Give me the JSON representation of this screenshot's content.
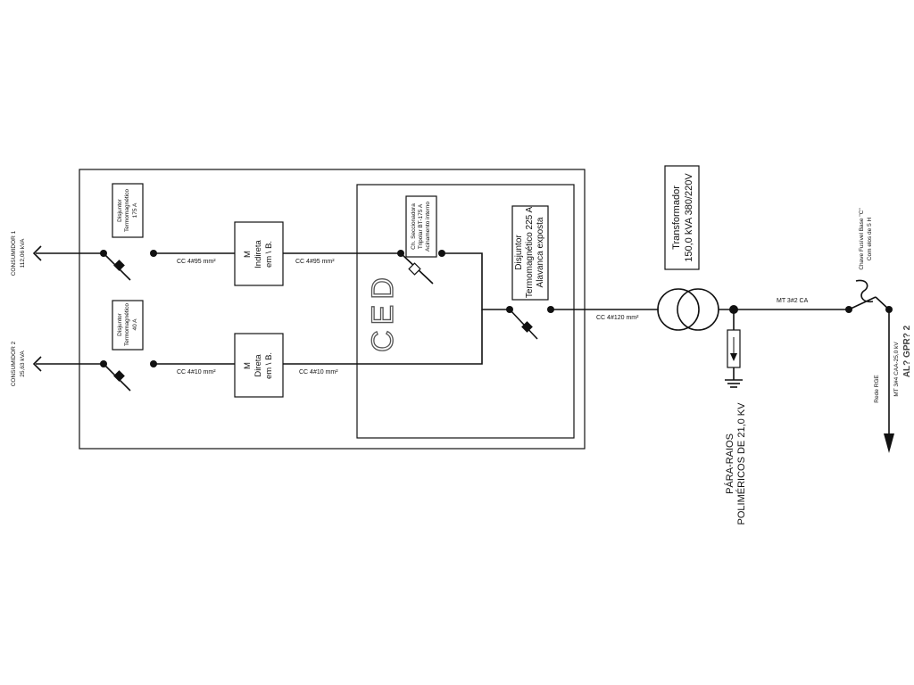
{
  "consumers": {
    "c1": {
      "name": "CONSUMIDOR 1",
      "load": "112,06 kVA"
    },
    "c2": {
      "name": "CONSUMIDOR 2",
      "load": "25,63 kVA"
    }
  },
  "breakers": {
    "b1": {
      "line1": "Disjuntor",
      "line2": "Termomagnético",
      "line3": "175  A"
    },
    "b2": {
      "line1": "Disjuntor",
      "line2": "Termomagnético",
      "line3": "40  A"
    },
    "main": {
      "line1": "Disjuntor",
      "line2": "Termomagnético 225 A",
      "line3": "Alavanca exposta"
    }
  },
  "meters": {
    "m1": {
      "line1": "M",
      "line2": "Indireta",
      "line3": "em \\ B."
    },
    "m2": {
      "line1": "M",
      "line2": "Direta",
      "line3": "em \\ B."
    }
  },
  "cables": {
    "c1_in": "CC 4#95 mm²",
    "c1_out": "CC 4#95 mm²",
    "c2_in": "CC 4#10 mm²",
    "c2_out": "CC 4#10 mm²",
    "main": "CC 4#120 mm²",
    "mt": "MT 3#2 CA"
  },
  "switch": {
    "line1": "Ch. Seccionadora",
    "line2": "Tripolar BT-175 A",
    "line3": "Acinamento interno"
  },
  "ced_label": "CED",
  "transformer": {
    "line1": "Transformador",
    "line2": "150,0 kVA 380/220V"
  },
  "surge": {
    "line1": "PÁRA-RAIOS",
    "line2": "POLIMÉRICOS DE  21,0 KV"
  },
  "fuse": {
    "line1": "Chave Fusível Base \"C\"",
    "line2": "Com elos de 5 H"
  },
  "network": {
    "name": "Rede RGE",
    "cable": "MT 3#4 CAA-25,0 kV",
    "tag": "AL? GPR? 2"
  }
}
